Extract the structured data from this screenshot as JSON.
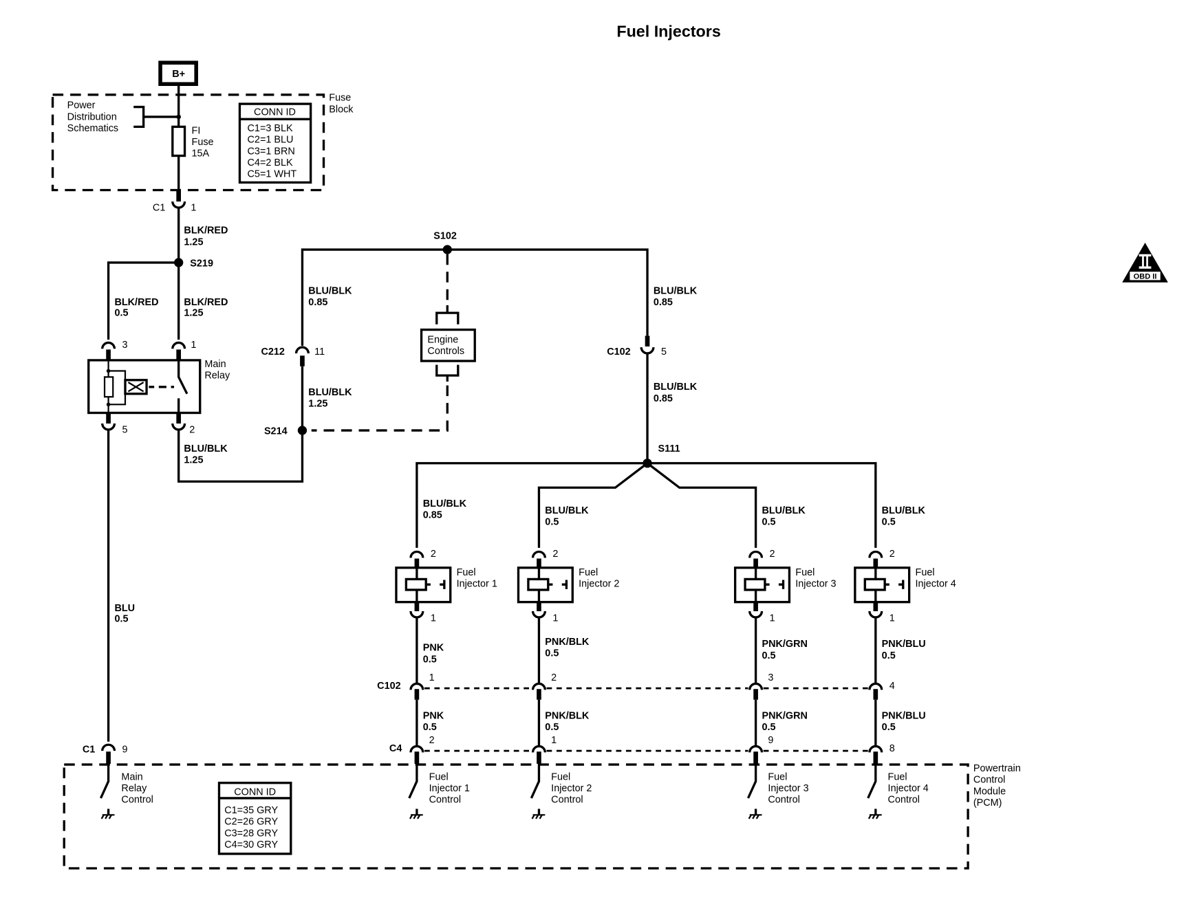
{
  "title": "Fuel Injectors",
  "power_source": "B+",
  "obd_icon": {
    "numeral": "II",
    "label": "OBD II"
  },
  "fuse_block": {
    "label_line1": "Fuse",
    "label_line2": "Block",
    "power_dist": [
      "Power",
      "Distribution",
      "Schematics"
    ],
    "fuse": [
      "FI",
      "Fuse",
      "15A"
    ],
    "conn_id": {
      "header": "CONN ID",
      "rows": [
        "C1=3 BLK",
        "C2=1 BLU",
        "C3=1 BRN",
        "C4=2 BLK",
        "C5=1 WHT"
      ]
    }
  },
  "connectors": {
    "c1_top": {
      "name": "C1",
      "pin": "1"
    },
    "c212": {
      "name": "C212",
      "pin": "11"
    },
    "c102_top": {
      "name": "C102",
      "pin": "5"
    },
    "relay_pin3": "3",
    "relay_pin1": "1",
    "relay_pin5": "5",
    "relay_pin2": "2",
    "c1_bottom": {
      "name": "C1",
      "pin": "9"
    },
    "c102_row": {
      "name": "C102",
      "pins": [
        "1",
        "2",
        "3",
        "4"
      ]
    },
    "c4_row": {
      "name": "C4",
      "pins": [
        "2",
        "1",
        "9",
        "8"
      ]
    }
  },
  "splices": {
    "s219": "S219",
    "s102": "S102",
    "s214": "S214",
    "s111": "S111"
  },
  "main_relay": [
    "Main",
    "Relay"
  ],
  "engine_controls": [
    "Engine",
    "Controls"
  ],
  "wires": {
    "fuse_to_s219": [
      "BLK/RED",
      "1.25"
    ],
    "s219_to_pin3": [
      "BLK/RED",
      "0.5"
    ],
    "s219_to_pin1": [
      "BLK/RED",
      "1.25"
    ],
    "pin2_out": [
      "BLU/BLK",
      "1.25"
    ],
    "blu_main": [
      "BLU",
      "0.5"
    ],
    "s102_to_c212": [
      "BLU/BLK",
      "0.85"
    ],
    "c212_to_s214": [
      "BLU/BLK",
      "1.25"
    ],
    "s102_to_c102": [
      "BLU/BLK",
      "0.85"
    ],
    "c102_to_s111": [
      "BLU/BLK",
      "0.85"
    ]
  },
  "injectors": [
    {
      "label": [
        "Fuel",
        "Injector 1"
      ],
      "pin_top": "2",
      "pin_bottom": "1",
      "feed": [
        "BLU/BLK",
        "0.85"
      ],
      "out1": [
        "PNK",
        "0.5"
      ],
      "out2": [
        "PNK",
        "0.5"
      ],
      "control": [
        "Fuel",
        "Injector 1",
        "Control"
      ]
    },
    {
      "label": [
        "Fuel",
        "Injector 2"
      ],
      "pin_top": "2",
      "pin_bottom": "1",
      "feed": [
        "BLU/BLK",
        "0.5"
      ],
      "out1": [
        "PNK/BLK",
        "0.5"
      ],
      "out2": [
        "PNK/BLK",
        "0.5"
      ],
      "control": [
        "Fuel",
        "Injector 2",
        "Control"
      ]
    },
    {
      "label": [
        "Fuel",
        "Injector 3"
      ],
      "pin_top": "2",
      "pin_bottom": "1",
      "feed": [
        "BLU/BLK",
        "0.5"
      ],
      "out1": [
        "PNK/GRN",
        "0.5"
      ],
      "out2": [
        "PNK/GRN",
        "0.5"
      ],
      "control": [
        "Fuel",
        "Injector 3",
        "Control"
      ]
    },
    {
      "label": [
        "Fuel",
        "Injector 4"
      ],
      "pin_top": "2",
      "pin_bottom": "1",
      "feed": [
        "BLU/BLK",
        "0.5"
      ],
      "out1": [
        "PNK/BLU",
        "0.5"
      ],
      "out2": [
        "PNK/BLU",
        "0.5"
      ],
      "control": [
        "Fuel",
        "Injector 4",
        "Control"
      ]
    }
  ],
  "pcm": {
    "label": [
      "Powertrain",
      "Control",
      "Module",
      "(PCM)"
    ],
    "main_relay_control": [
      "Main",
      "Relay",
      "Control"
    ],
    "conn_id": {
      "header": "CONN ID",
      "rows": [
        "C1=35 GRY",
        "C2=26 GRY",
        "C3=28 GRY",
        "C4=30 GRY"
      ]
    }
  }
}
